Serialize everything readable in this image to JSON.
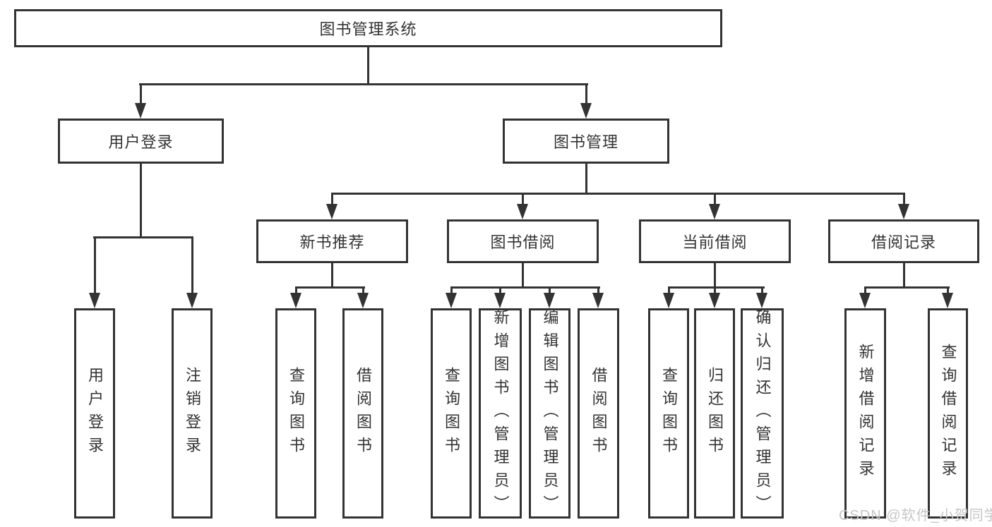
{
  "diagram": {
    "root": "图书管理系统",
    "branches": [
      {
        "label": "用户登录",
        "children": [
          "用户登录",
          "注销登录"
        ]
      },
      {
        "label": "图书管理",
        "groups": [
          {
            "label": "新书推荐",
            "children": [
              "查询图书",
              "借阅图书"
            ]
          },
          {
            "label": "图书借阅",
            "children": [
              "查询图书",
              "新增图书（管理员）",
              "编辑图书（管理员）",
              "借阅图书"
            ]
          },
          {
            "label": "当前借阅",
            "children": [
              "查询图书",
              "归还图书",
              "确认归还（管理员）"
            ]
          },
          {
            "label": "借阅记录",
            "children": [
              "新增借阅记录",
              "查询借阅记录"
            ]
          }
        ]
      }
    ]
  },
  "watermark": "CSDN @软件_小贺同学",
  "colors": {
    "line": "#333333",
    "text": "#333333",
    "background": "#ffffff",
    "watermark": "#c6c6c6"
  }
}
